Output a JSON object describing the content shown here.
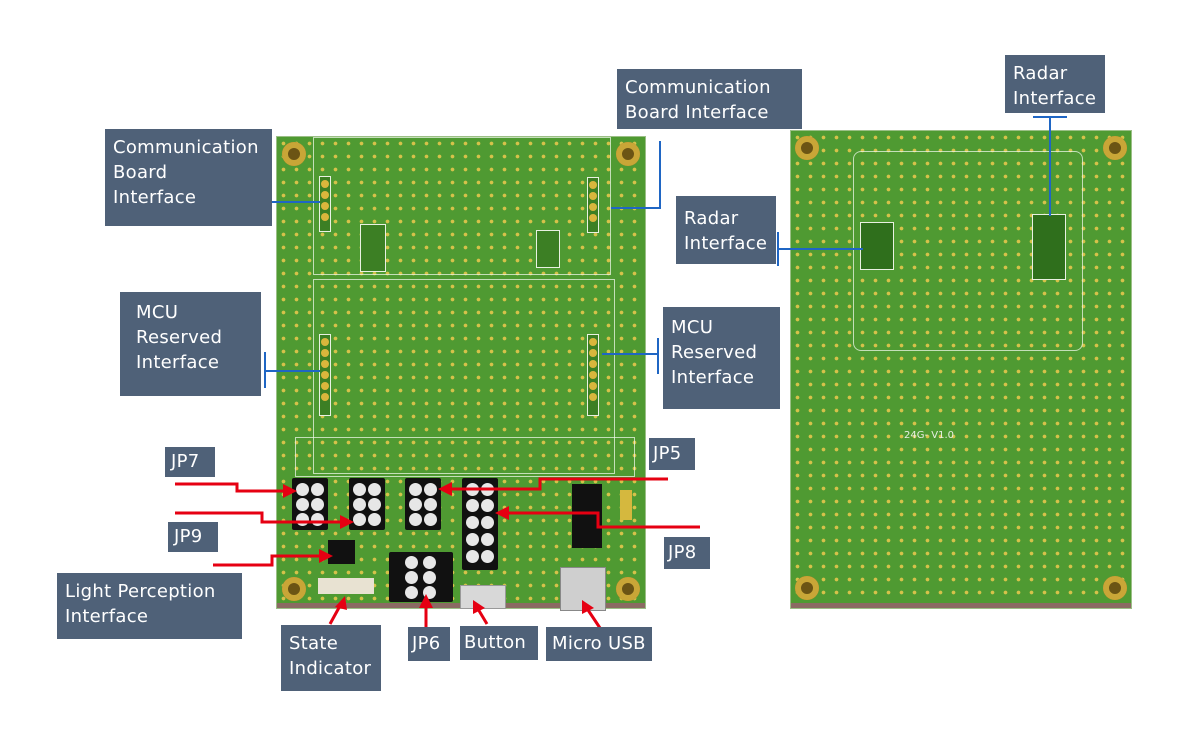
{
  "colors": {
    "board_green": "#4f9a32",
    "label_bg": "#4f6178",
    "leader_blue": "#1f66c4",
    "arrow_red": "#e60012"
  },
  "board_marking": "24G- V1.0",
  "labels": {
    "comm_left": "Communication\n Board\nInterface",
    "comm_top": "Communication\nBoard Interface",
    "radar_top": "Radar\nInterface",
    "radar_left": "Radar\nInterface",
    "mcu_left": "MCU\nReserved\nInterface",
    "mcu_right": "MCU\nReserved\nInterface",
    "jp7": "JP7",
    "jp9": "JP9",
    "jp5": "JP5",
    "jp8": "JP8",
    "jp6": "JP6",
    "light": "Light Perception\n Interface",
    "state": "State\nIndicator",
    "button": "Button",
    "micro_usb": "Micro USB"
  }
}
